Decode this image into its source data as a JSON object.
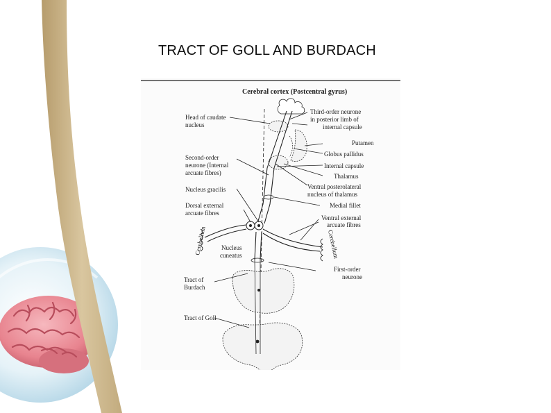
{
  "slide": {
    "title": "TRACT OF GOLL AND BURDACH"
  },
  "figure": {
    "header": "Cerebral cortex (Postcentral gyrus)",
    "labels": {
      "head_caudate_1": "Head of caudate",
      "head_caudate_2": "nucleus",
      "third_order_1": "Third-order neurone",
      "third_order_2": "in posterior limb of",
      "third_order_3": "internal capsule",
      "putamen": "Putamen",
      "globus_pallidus": "Globus pallidus",
      "second_order_1": "Second-order",
      "second_order_2": "neurone (Internal",
      "second_order_3": "arcuate fibres)",
      "internal_capsule": "Internal capsule",
      "thalamus": "Thalamus",
      "vpl_1": "Ventral posterolateral",
      "vpl_2": "nucleus of thalamus",
      "nucleus_gracilis": "Nucleus gracilis",
      "medial_fillet": "Medial fillet",
      "dorsal_ext_1": "Dorsal external",
      "dorsal_ext_2": "arcuate fibres",
      "ventral_ext_1": "Ventral external",
      "ventral_ext_2": "arcuate fibres",
      "cerebellum_left": "Cerebellum",
      "cerebellum_right": "Cerebellum",
      "nucleus_cuneatus_1": "Nucleus",
      "nucleus_cuneatus_2": "cuneatus",
      "first_order_1": "First-order",
      "first_order_2": "neurone",
      "tract_burdach_1": "Tract of",
      "tract_burdach_2": "Burdach",
      "tract_goll": "Tract of Goll"
    }
  },
  "colors": {
    "accent_ribbon": "#c9b48a",
    "brain_pink": "#e88e98",
    "orb_blue": "#bfdcea"
  },
  "decor": {
    "ribbon": "swoosh-ribbon",
    "brain": "brain-orb-image"
  }
}
